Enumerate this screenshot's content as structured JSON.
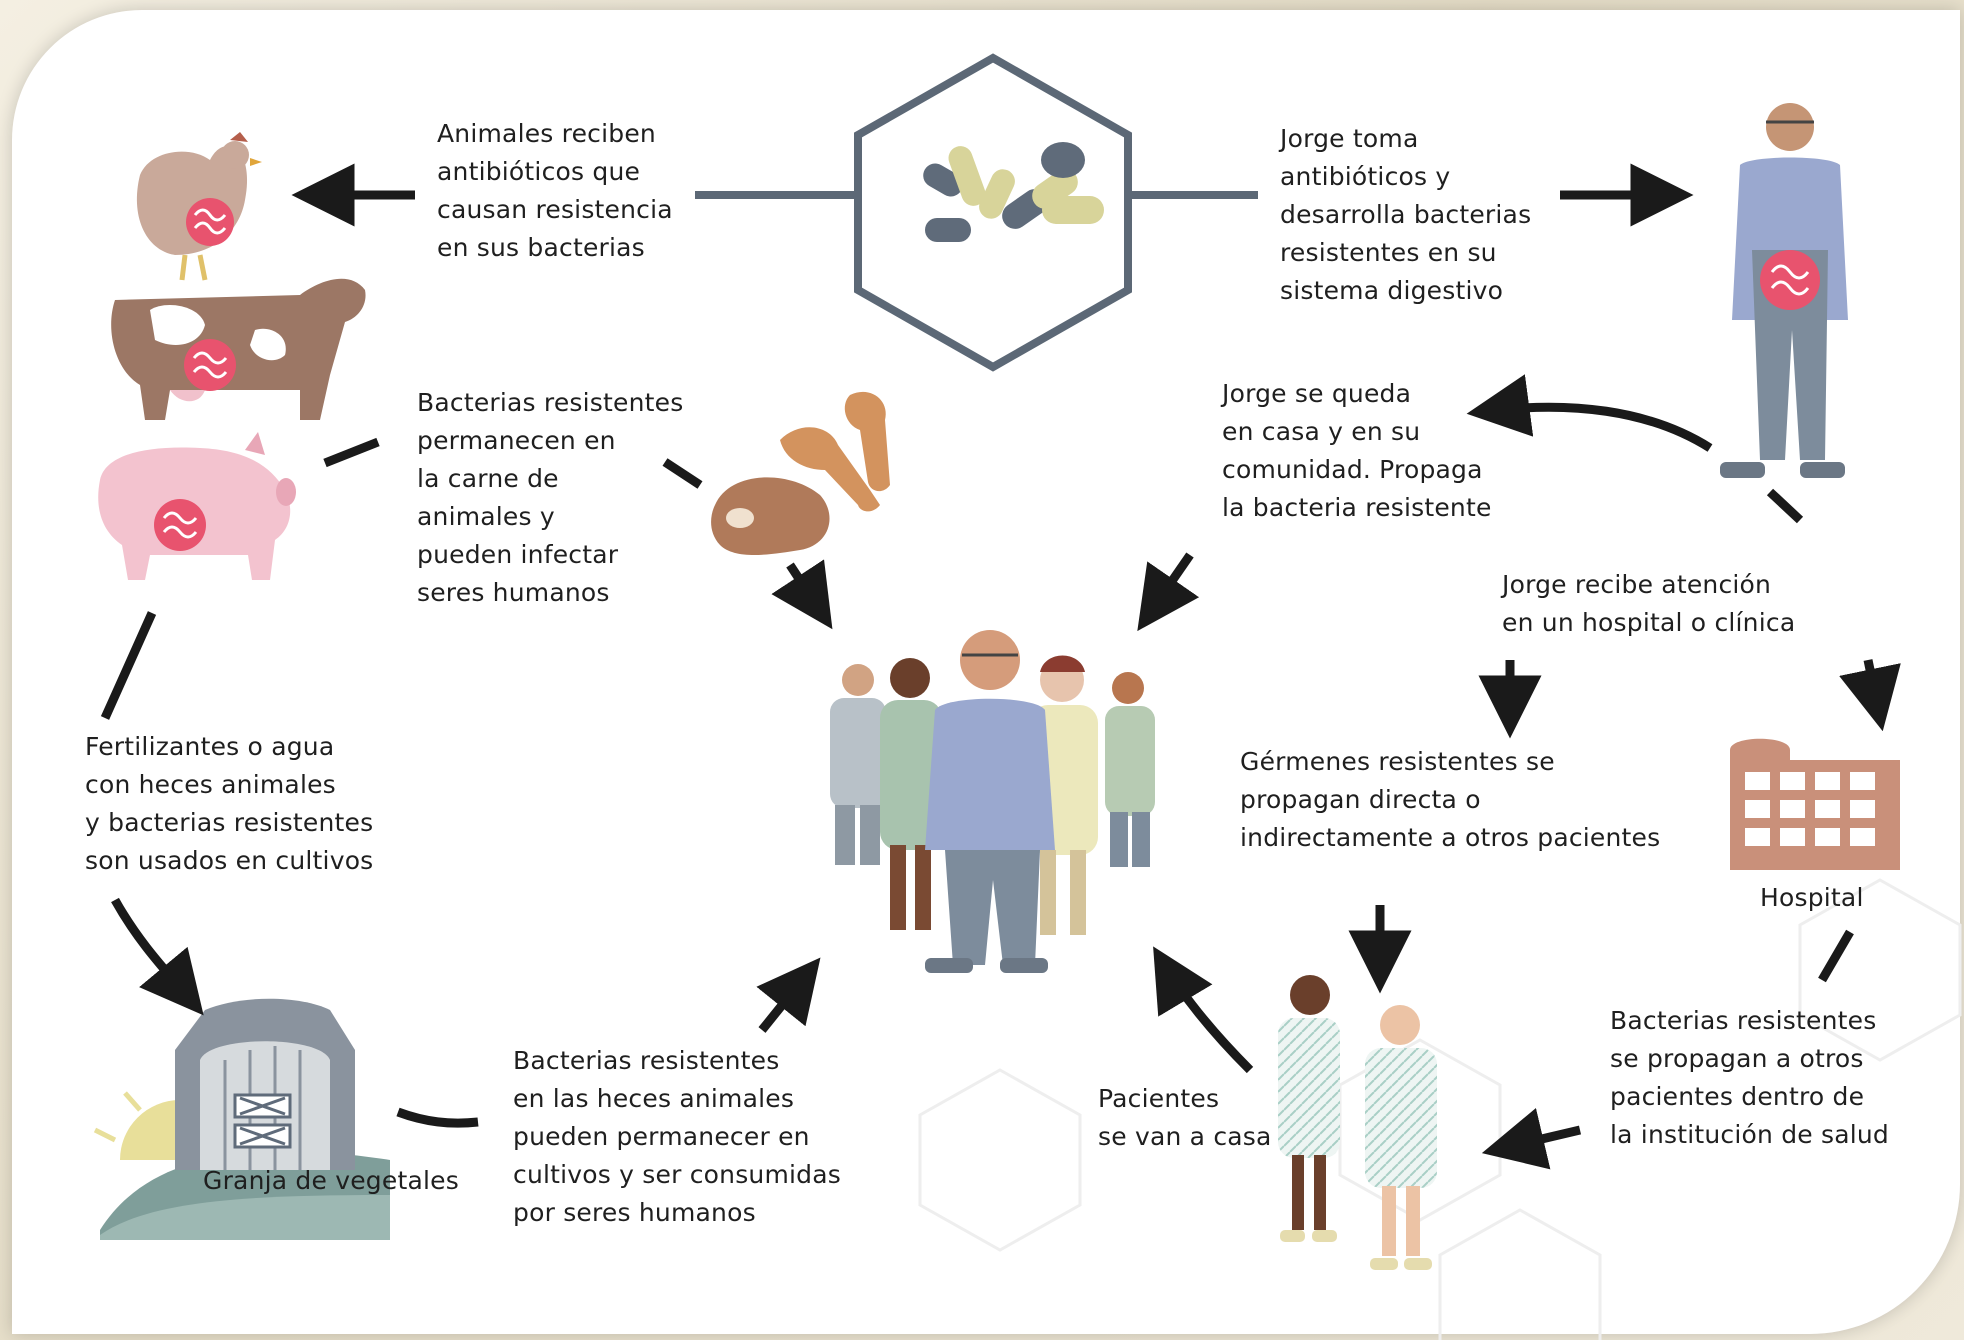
{
  "labels": {
    "animals_receive": "Animales reciben\nantibióticos que\ncausan resistencia\nen sus bacterias",
    "jorge_takes": "Jorge toma\nantibióticos y\ndesarrolla bacterias\nresistentes en su\nsistema digestivo",
    "meat_bacteria": "Bacterias resistentes\npermanecen en\nla carne de\nanimales y\npueden infectar\nseres humanos",
    "jorge_home": "Jorge se queda\nen casa y en su\ncomunidad. Propaga\nla bacteria resistente",
    "jorge_hospital": "Jorge recibe atención\nen un hospital o clínica",
    "fertilizers": "Fertilizantes o agua\ncon heces animales\ny bacterias resistentes\nson usados en cultivos",
    "germs_spread": "Gérmenes resistentes se\npropagan directa o\nindirectamente a otros pacientes",
    "hospital": "Hospital",
    "institution_spread": "Bacterias resistentes\nse propagan a otros\npacientes dentro de\nla institución de salud",
    "patients_home": "Pacientes\nse van a casa",
    "farm": "Granja de vegetales",
    "crops_bacteria": "Bacterias resistentes\nen las heces animales\npueden permanecer en\ncultivos y ser consumidas\npor seres humanos"
  },
  "colors": {
    "arrow": "#1a1a1a",
    "hex_outline": "#5c6876",
    "pill_gray": "#5f6b7a",
    "pill_yellow": "#d8d49a",
    "gut_pink": "#e8536e",
    "person_shirt": "#9aa8cf",
    "person_pants": "#7d8c9c",
    "cow_brown": "#9c7765",
    "pig_pink": "#f3c3cf",
    "hospital_brown": "#c9907a",
    "barn_gray": "#8a939e",
    "field_green": "#7f9e9a"
  },
  "icons": [
    "pills-hex-icon",
    "chicken-icon",
    "cow-icon",
    "pig-icon",
    "meat-icon",
    "jorge-person-icon",
    "people-group-icon",
    "hospital-icon",
    "patients-icon",
    "barn-icon"
  ]
}
